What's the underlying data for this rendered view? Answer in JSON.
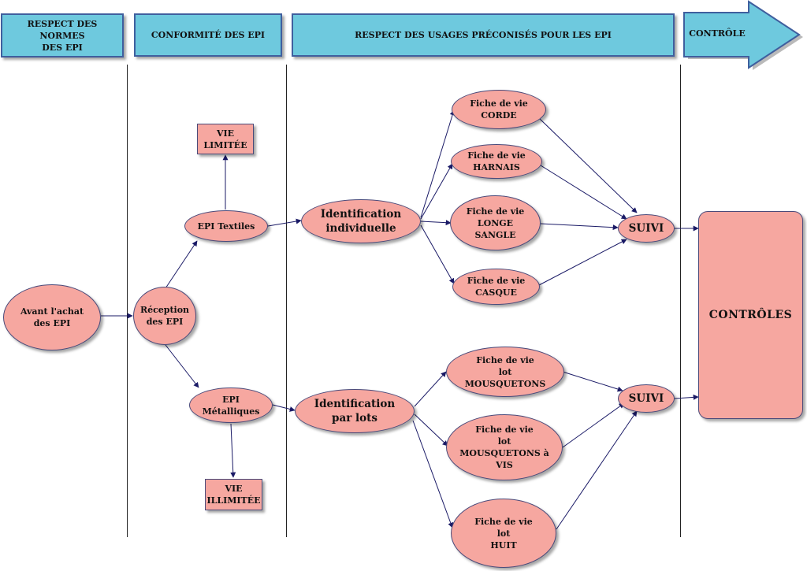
{
  "headers": {
    "normes": "RESPECT DES NORMES\nDES EPI",
    "conformite": "CONFORMITÉ DES EPI",
    "usages": "RESPECT DES USAGES PRÉCONISÉS POUR LES EPI",
    "controle": "CONTRÔLE"
  },
  "nodes": {
    "avant_achat": "Avant l'achat\ndes EPI",
    "reception": "Réception\ndes EPI",
    "epi_textiles": "EPI Textiles",
    "vie_limitee": "VIE\nLIMITÉE",
    "epi_metalliques": "EPI\nMétalliques",
    "vie_illimitee": "VIE\nILLIMITÉE",
    "identification_individuelle": "Identification\nindividuelle",
    "identification_lots": "Identification\npar lots",
    "fiche_corde": "Fiche de vie\nCORDE",
    "fiche_harnais": "Fiche de vie\nHARNAIS",
    "fiche_longe": "Fiche de vie\nLONGE\nSANGLE",
    "fiche_casque": "Fiche de vie\nCASQUE",
    "fiche_mousquetons": "Fiche de vie\nlot\nMOUSQUETONS",
    "fiche_mousquetons_vis": "Fiche de vie\nlot\nMOUSQUETONS à\nVIS",
    "fiche_huit": "Fiche de vie\nlot\nHUIT",
    "suivi_1": "SUIVI",
    "suivi_2": "SUIVI",
    "controles": "CONTRÔLES"
  },
  "colors": {
    "header_fill": "#6ec9de",
    "header_border": "#3f5f9e",
    "node_fill": "#f6a7a0",
    "node_border": "#4a4a7a",
    "arrow": "#1a1a66"
  }
}
